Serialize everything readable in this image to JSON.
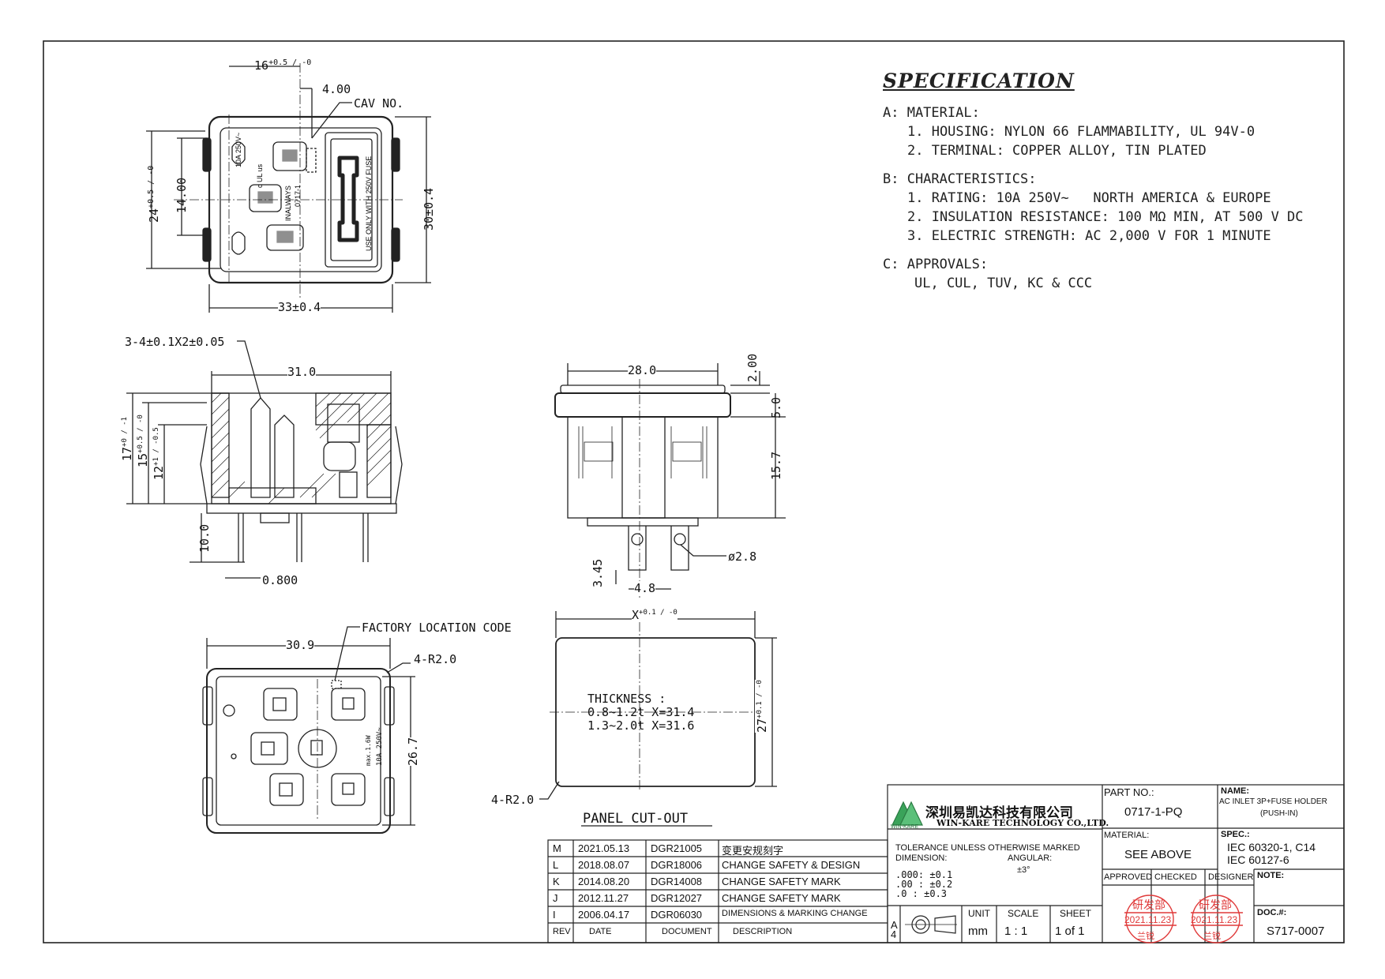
{
  "specification": {
    "title": "SPECIFICATION",
    "material_header": "A: MATERIAL:",
    "material": [
      "1. HOUSING: NYLON 66 FLAMMABILITY, UL 94V-0",
      "2. TERMINAL: COPPER ALLOY, TIN PLATED"
    ],
    "characteristics_header": "B: CHARACTERISTICS:",
    "characteristics": [
      "1. RATING: 10A 250V~   NORTH AMERICA & EUROPE",
      "2. INSULATION RESISTANCE: 100 MΩ MIN, AT 500 V DC",
      "3. ELECTRIC STRENGTH: AC 2,000 V FOR 1 MINUTE"
    ],
    "approvals_header": "C: APPROVALS:",
    "approvals": "UL, CUL, TUV, KC & CCC"
  },
  "top_view": {
    "dim_width_top": "16",
    "dim_width_top_tol": "+0.5 / -0",
    "dim_offset": "4.00",
    "cav_no": "CAV NO.",
    "dim_height_inner": "24",
    "dim_height_inner_tol": "+0.5 / -0",
    "dim_pin_pitch": "14.00",
    "dim_height_outer": "30±0.4",
    "dim_width_outer": "33±0.4",
    "marking_rating": "10A 250V~",
    "marking_always": "INALWAYS",
    "marking_model": "0717-1",
    "marking_fuse": "USE ONLY WITH 250V FUSE",
    "marking_ul": "c UL us"
  },
  "side_view": {
    "dim_terminal": "3-4±0.1X2±0.05",
    "dim_width": "31.0",
    "dim_17": "17",
    "dim_17_tol": "+0 / -1",
    "dim_15": "15",
    "dim_15_tol": "+0.5 / -0",
    "dim_12": "12",
    "dim_12_tol": "+1 / -0.5",
    "dim_pin_len": "10.0",
    "dim_pin_thick": "0.800"
  },
  "front_view": {
    "dim_width": "28.0",
    "dim_flange": "2.00",
    "dim_5": "5.0",
    "dim_depth": "15.7",
    "dim_hole": "ø2.8",
    "dim_345": "3.45",
    "dim_48": "4.8"
  },
  "bottom_view": {
    "factory_code": "FACTORY LOCATION CODE",
    "dim_width": "30.9",
    "dim_radius": "4-R2.0",
    "dim_height": "26.7",
    "marking": "10A 250V~",
    "marking2": "max.1.6W"
  },
  "panel_cutout": {
    "title": "PANEL CUT-OUT",
    "dim_x": "X",
    "dim_x_tol": "+0.1 / -0",
    "dim_27": "27",
    "dim_27_tol": "+0.1 / -0",
    "dim_radius": "4-R2.0",
    "thickness_label": "THICKNESS :",
    "thickness_1": "0.8~1.2t  X=31.4",
    "thickness_2": "1.3~2.0t  X=31.6"
  },
  "revisions": [
    {
      "rev": "M",
      "date": "2021.05.13",
      "doc": "DGR21005",
      "desc": "变更安规刻字"
    },
    {
      "rev": "L",
      "date": "2018.08.07",
      "doc": "DGR18006",
      "desc": "CHANGE SAFETY & DESIGN"
    },
    {
      "rev": "K",
      "date": "2014.08.20",
      "doc": "DGR14008",
      "desc": "CHANGE SAFETY MARK"
    },
    {
      "rev": "J",
      "date": "2012.11.27",
      "doc": "DGR12027",
      "desc": "CHANGE SAFETY MARK"
    },
    {
      "rev": "I",
      "date": "2006.04.17",
      "doc": "DGR06030",
      "desc": "DIMENSIONS & MARKING CHANGE"
    }
  ],
  "rev_header": {
    "rev": "REV",
    "date": "DATE",
    "doc": "DOCUMENT",
    "desc": "DESCRIPTION"
  },
  "title_block": {
    "company_cn": "深圳易凯达科技有限公司",
    "company_en": "WIN-KARE TECHNOLOGY CO.,LTD.",
    "logo_text": "WIN-KARE",
    "tolerance_title": "TOLERANCE UNLESS OTHERWISE MARKED",
    "dimension_label": "DIMENSION:",
    "angular_label": "ANGULAR:",
    "angular_value": "±3°",
    "tol_1": ".000: ±0.1",
    "tol_2": ".00 : ±0.2",
    "tol_3": ".0  : ±0.3",
    "part_no_label": "PART NO.:",
    "part_no": "0717-1-PQ",
    "material_label": "MATERIAL:",
    "material": "SEE ABOVE",
    "name_label": "NAME:",
    "name_1": "AC INLET 3P+FUSE HOLDER",
    "name_2": "(PUSH-IN)",
    "spec_label": "SPEC.:",
    "spec_1": "IEC 60320-1, C14",
    "spec_2": "IEC 60127-6",
    "approved": "APPROVED",
    "checked": "CHECKED",
    "designer": "DESIGNER",
    "note_label": "NOTE:",
    "doc_label": "DOC.#:",
    "doc_no": "S717-0007",
    "unit_label": "UNIT",
    "unit": "mm",
    "scale_label": "SCALE",
    "scale": "1 : 1",
    "sheet_label": "SHEET",
    "sheet": "1 of 1",
    "size_a": "A",
    "size_4": "4",
    "stamp_dept": "研发部",
    "stamp_date": "2021.11.23",
    "stamp_name_1": "兰锐",
    "stamp_name_2": "兰锐"
  }
}
